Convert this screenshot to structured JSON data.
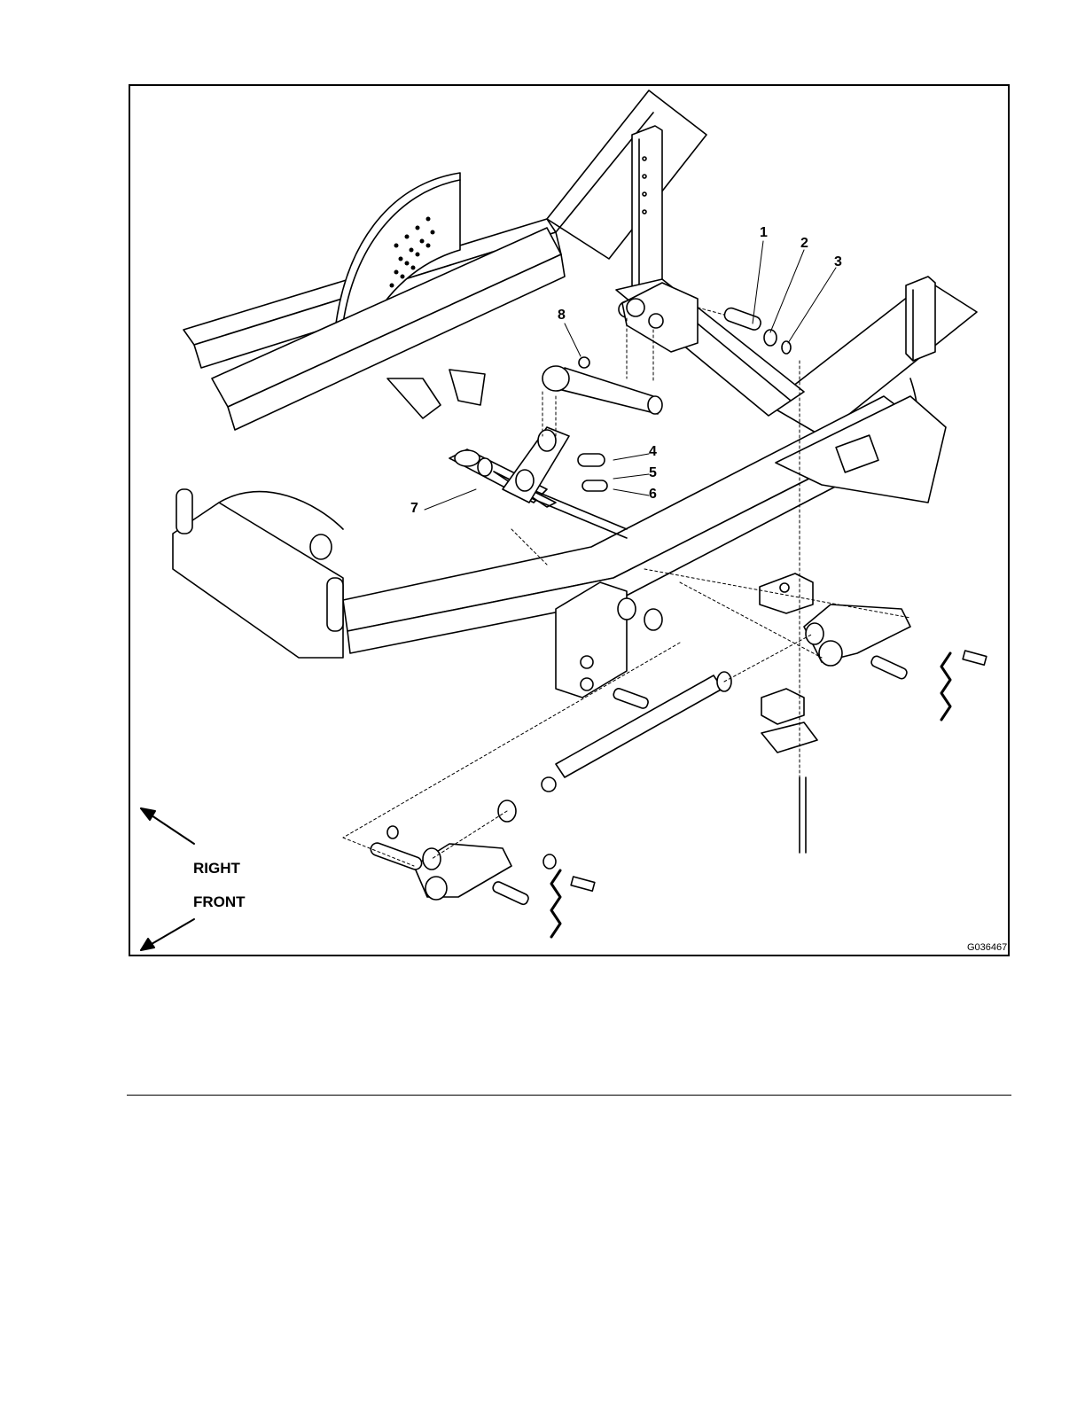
{
  "figure": {
    "callouts": [
      "1",
      "2",
      "3",
      "4",
      "5",
      "6",
      "7",
      "8"
    ],
    "direction_labels": {
      "right": "RIGHT",
      "front": "FRONT"
    },
    "figure_id": "G036467"
  }
}
